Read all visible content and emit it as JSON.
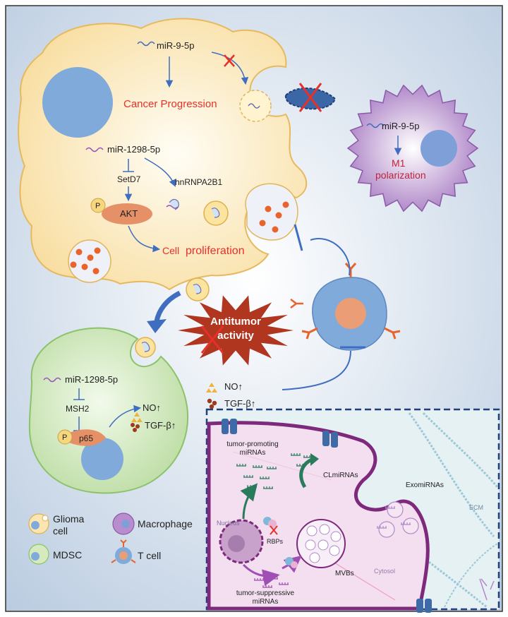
{
  "glioma": {
    "mir95p": "miR-9-5p",
    "cancer_progression": "Cancer Progression",
    "mir1298": "miR-1298-5p",
    "setd7": "SetD7",
    "hnrnpa2b1": "hnRNPA2B1",
    "p": "P",
    "akt": "AKT",
    "cell": "Cell",
    "proliferation": "proliferation"
  },
  "macrophage": {
    "mir95p": "miR-9-5p",
    "m1": "M1",
    "polarization": "polarization"
  },
  "antitumor": {
    "line1": "Antitumor",
    "line2": "activity"
  },
  "mdsc": {
    "mir1298": "miR-1298-5p",
    "msh2": "MSH2",
    "p": "P",
    "p65": "p65",
    "no": "NO↑",
    "tgf": "TGF-β↑"
  },
  "tcell_release": {
    "no": "NO↑",
    "tgf": "TGF-β↑"
  },
  "legend": {
    "glioma_line1": "Glioma",
    "glioma_line2": "cell",
    "mdsc": "MDSC",
    "macrophage": "Macrophage",
    "tcell": "T cell"
  },
  "inset": {
    "tumor_promoting_1": "tumor-promoting",
    "tumor_promoting_2": "miRNAs",
    "clmirnas": "CLmiRNAs",
    "exomirnas": "ExomiRNAs",
    "ecm": "ECM",
    "nucleus": "Nucleus",
    "rbps": "RBPs",
    "mvbs": "MVBs",
    "cytosol": "Cytosol",
    "tumor_suppressive_1": "tumor-suppressive",
    "tumor_suppressive_2": "miRNAs"
  },
  "colors": {
    "red": "#e8302a",
    "arrow_blue": "#3f6ec0",
    "glioma_fill": "#fbe6b2",
    "mdsc_fill": "#d5ebbd",
    "macrophage_fill": "#b98ccd",
    "orange_dots": "#e8642c"
  }
}
